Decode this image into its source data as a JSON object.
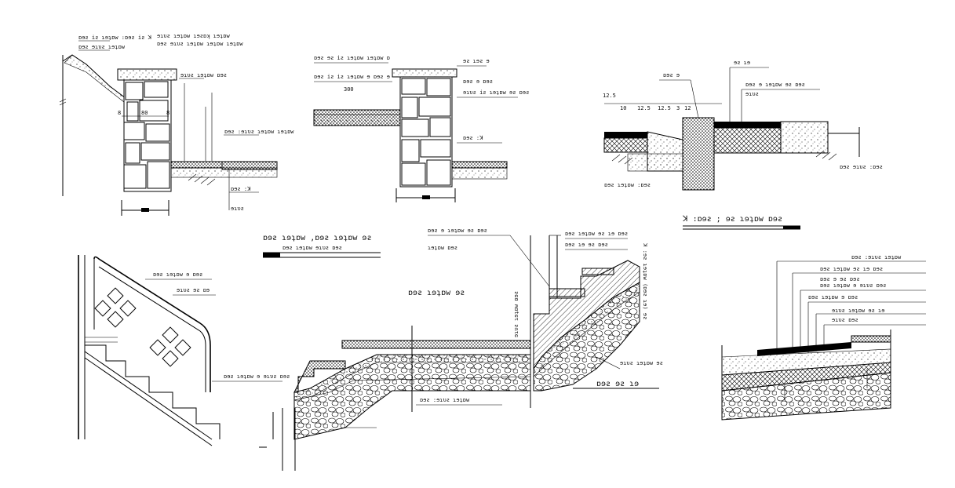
{
  "sheet": {
    "detail_a": {
      "leaders": [
        "ɒɘƨ iƨ ɿɘʇɒw :ɒɘƨ iƨ ꓘ",
        "ɒɘƨ ɘɿυƨ ɿɘʇɒw",
        "ɘɿυƨ ɿɘʇɒw ɿɘƨɒʞ ɿɘʇɒw",
        "ɒɘƨ ɘɿυƨ ɿɘʇɒw ɿɘʇɒw ɿɘʇɒw",
        "ɘɿυƨ ɿɘʇɒw ɒɘƨ",
        "ɒɘƨ :ɘɿυƨ ɿɘʇɒw ɿɘʇɒw",
        "ɒɘƨ :ꓘ",
        "ɘɿυƨ"
      ],
      "dims": [
        "8",
        "80",
        "8"
      ]
    },
    "detail_b": {
      "leaders": [
        "ɘƨ ɿɘƨ ɘ",
        "ɒɘƨ ɘƨ iƨ ɿɘʇɒw ɿɘʇɒw ɒ",
        "ɒɘƨ iƨ iƨ ɿɘʇɒw ɘ ɒɘƨ ɘ",
        "ɒɘƨ ɘ ɒɘƨ",
        "ɘɿυƨ iƨ ɿɘʇɒw ɘƨ ɒɘƨ",
        "ɒɘƨ :ꓘ"
      ],
      "dims": [
        "300"
      ]
    },
    "detail_c": {
      "leaders": [
        "ɘƨ ɿɘ",
        "ɒɘƨ ɘ ɿɘʇɒw ɘƨ ɒɘƨ",
        "ɘɿυƨ",
        "ɒɘƨ ɘ",
        "ɒɘƨ ɿɘʇɒw :ɒɘƨ",
        "ɒɘƨ ɘɿυƨ :ɒɘƨ"
      ],
      "dims": [
        "10",
        "12.5",
        "12.5",
        "3",
        "12",
        "12.5"
      ]
    },
    "detail_c_title": "ꓘ :ɒɘƨ ; ɘƨ ɿɘʇɒw ɒɘƨ",
    "detail_d": {
      "leaders": [
        "ɒɘƨ ɿɘʇɒw ɘ ɒɘƨ",
        "ɘɿυƨ ɘƨ ɒɘ",
        "ɒɘƨ ɿɘʇɒw ɘ ɘɿυƨ ɒɘƨ"
      ]
    },
    "detail_e": {
      "title": "ɒɘƨ ɿɘʇɒw ,ɒɘƨ ɿɘʇɒw ɘƨ",
      "subtitle": "ɒɘƨ ɿɘʇɒw ɘɿυƨ ɒɘƨ",
      "center_label": "ɒɘƨ ɿɘʇɒw ɘƨ",
      "bottom_note": "ɒɘƨ :ɘɿυƨ ɿɘʇɒw",
      "side_label": "ɘɿυƨ ɿɘʇɒw ɒɘƨ",
      "right_label": "ɿɘʇɒw ɒɘƨ"
    },
    "detail_f": {
      "vertical_title": "ꓘ :ɘƨ ɿɘʇɒw (ɒɘƨ ɿɘ) ɘƨ",
      "title": "ɒɘƨ ɘƨ ɿɘ",
      "leaders": [
        "ɒɘƨ ɘ ɿɘʇɒw ɘƨ ɒɘƨ",
        "ɒɘƨ ɿɘʇɒw ɘƨ ɿɘ ɒɘƨ",
        "ɒɘƨ ɿɘ ɘƨ ɒɘƨ",
        "ɘɿυƨ ɿɘʇɒw ɘƨ"
      ]
    },
    "detail_g": {
      "leaders": [
        "ɒɘƨ :ɘɿυƨ ɿɘʇɒw",
        "ɒɘƨ ɿɘʇɒw ɘƨ ɿɘ ɒɘƨ",
        "ɒɘƨ ɘ ɘƨ ɒɘƨ",
        "ɒɘƨ ɿɘʇɒw ɘ ɒɘƨ",
        "ɘɿυƨ ɿɘʇɒw ɘƨ ɿɘ",
        "ɘɿυƨ ɒɘƨ",
        "ɒɘƨ ɿɘʇɒw ɘ ɘɿυƨ ɒɘƨ"
      ]
    }
  }
}
